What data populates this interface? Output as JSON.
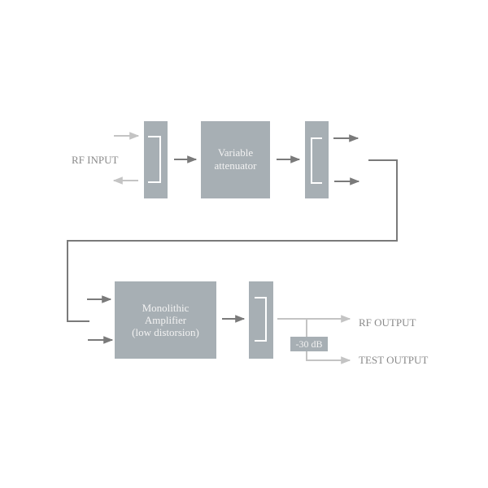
{
  "colors": {
    "block": "#a7afb4",
    "dark_line": "#7a7a7a",
    "light_line": "#bdbdbd",
    "label": "#8a8a8a",
    "block_text": "#f2f2f2"
  },
  "labels": {
    "rf_input": "RF INPUT",
    "variable_attenuator": [
      "Variable",
      "attenuator"
    ],
    "amplifier": [
      "Monolithic",
      "Amplifier",
      "(low distorsion)"
    ],
    "attenuation": "-30 dB",
    "rf_output": "RF OUTPUT",
    "test_output": "TEST OUTPUT"
  }
}
